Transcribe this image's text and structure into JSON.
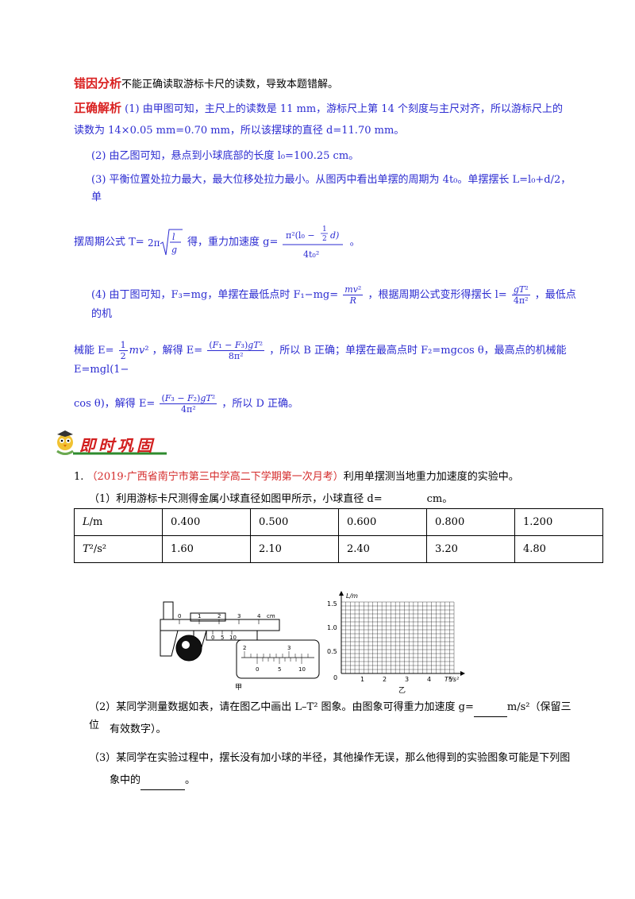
{
  "analysis": {
    "error_tag": "错因分析",
    "error_text": "不能正确读取游标卡尺的读数，导致本题错解。",
    "correct_tag": "正确解析",
    "p1_line1": "(1) 由甲图可知，主尺上的读数是 11 mm，游标尺上第 14 个刻度与主尺对齐，所以游标尺上的",
    "p1_line2": "读数为 14×0.05 mm=0.70 mm，所以该摆球的直径 d=11.70 mm。",
    "p2": "(2) 由乙图可知，悬点到小球底部的长度 l₀=100.25 cm。",
    "p3_line1": "(3) 平衡位置处拉力最大，最大位移处拉力最小。从图丙中看出单摆的周期为 4t₀。单摆摆长 L=l₀+d/2，单",
    "p3_line2a": "摆周期公式 T=",
    "p3_line2b": "得，重力加速度 g=",
    "p3_line2c": "。",
    "p4_line1a": "(4) 由丁图可知，F₃=mg，单摆在最低点时 F₁−mg=",
    "p4_line1b": "，根据周期公式变形得摆长 l=",
    "p4_line1c": "，最低点的机",
    "p4_line2a": "械能 E=",
    "p4_line2b": "，解得 E=",
    "p4_line2c": "，所以 B 正确；单摆在最高点时 F₂=mgcos θ，最高点的机械能 E=mgl(1−",
    "p4_line3a": "cos θ)，解得 E=",
    "p4_line3b": "，所以 D 正确。"
  },
  "banner": {
    "title": "即时巩固"
  },
  "question": {
    "number": "1.",
    "source": "（2019·广西省南宁市第三中学高二下学期第一次月考）",
    "stem": "利用单摆测当地重力加速度的实验中。",
    "q1": "（1）利用游标卡尺测得金属小球直径如图甲所示，小球直径 d=",
    "q1_unit": "cm。",
    "q2_line1a": "（2）某同学测量数据如表，请在图乙中画出 L–T² 图象。由图象可得重力加速度 g=",
    "q2_line1b": "m/s²（保留三位",
    "q2_line2": "有效数字）。",
    "q3_line1": "（3）某同学在实验过程中，摆长没有加小球的半径，其他操作无误，那么他得到的实验图象可能是下列图",
    "q3_line2": "象中的",
    "q3_end": "。"
  },
  "table": {
    "row_headers": [
      "L/m",
      "T²/s²"
    ],
    "L_values": [
      "0.400",
      "0.500",
      "0.600",
      "0.800",
      "1.200"
    ],
    "T2_values": [
      "1.60",
      "2.10",
      "2.40",
      "3.20",
      "4.80"
    ]
  },
  "figures": {
    "caliper_label": "甲",
    "caliper_cm": "cm",
    "caliper_main_ticks": [
      "0",
      "1",
      "2",
      "3",
      "4"
    ],
    "caliper_vernier_ticks": [
      "0",
      "5",
      "10"
    ],
    "zoom_main_ticks": [
      "2",
      "3"
    ],
    "zoom_vernier_ticks": [
      "0",
      "5",
      "10"
    ],
    "graph_label": "乙",
    "graph_ylabel": "L/m",
    "graph_xlabel": "T²/s²",
    "graph_x_ticks": [
      "1",
      "2",
      "3",
      "4",
      "5"
    ],
    "graph_y_ticks": [
      "0.5",
      "1.0",
      "1.5"
    ],
    "graph_origin": "0"
  }
}
